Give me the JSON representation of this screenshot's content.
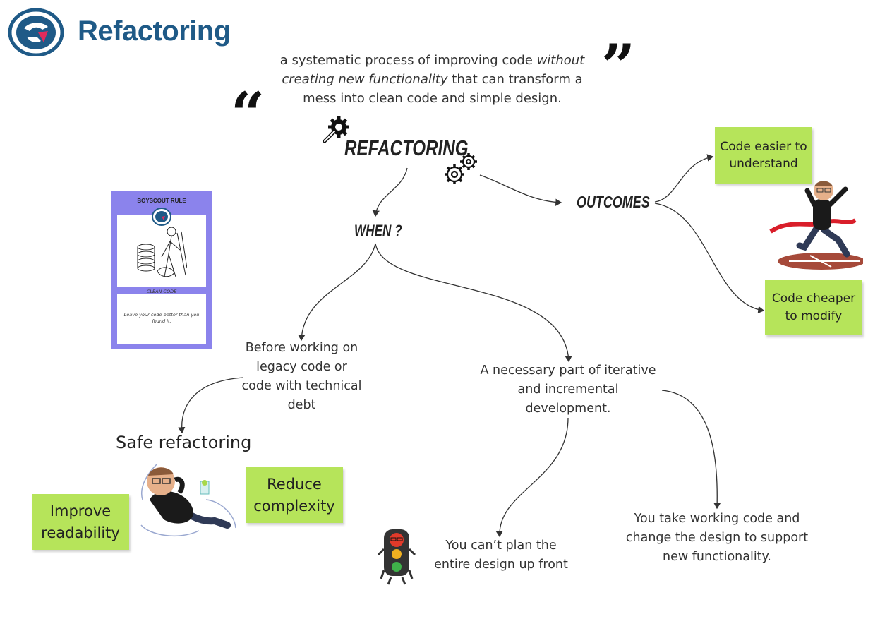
{
  "header": {
    "title": "Refactoring"
  },
  "quote": {
    "part1": "a systematic process of improving code ",
    "emphasis": "without creating new functionality",
    "part2": " that can transform a mess into clean code and simple design.",
    "open_mark": "“",
    "close_mark": "”"
  },
  "diagram": {
    "root": "Refactoring",
    "when": "When ?",
    "outcomes": "Outcomes",
    "before_working": "Before working on legacy code or code with technical debt",
    "iterative": "A necessary part of iterative and incremental development.",
    "safe_refactoring": "Safe refactoring",
    "cant_plan": "You can’t plan the entire design up front",
    "take_working": "You take working code and change the design to support new functionality."
  },
  "stickies": {
    "easier": "Code easier to understand",
    "cheaper": "Code cheaper to modify",
    "reduce": "Reduce complexity",
    "improve": "Improve readability"
  },
  "card": {
    "header": "BOYSCOUT RULE",
    "subtitle": "CLEAN CODE",
    "text": "Leave your code better than you found it."
  },
  "icons": [
    "logo-icon",
    "wrench-gear-icon",
    "gears-icon",
    "runner-avatar-icon",
    "relaxing-avatar-icon",
    "traffic-light-icon",
    "boyscout-illustration-icon"
  ],
  "colors": {
    "title": "#1f5a87",
    "sticky": "#b6e45a",
    "card": "#8b83ec"
  }
}
